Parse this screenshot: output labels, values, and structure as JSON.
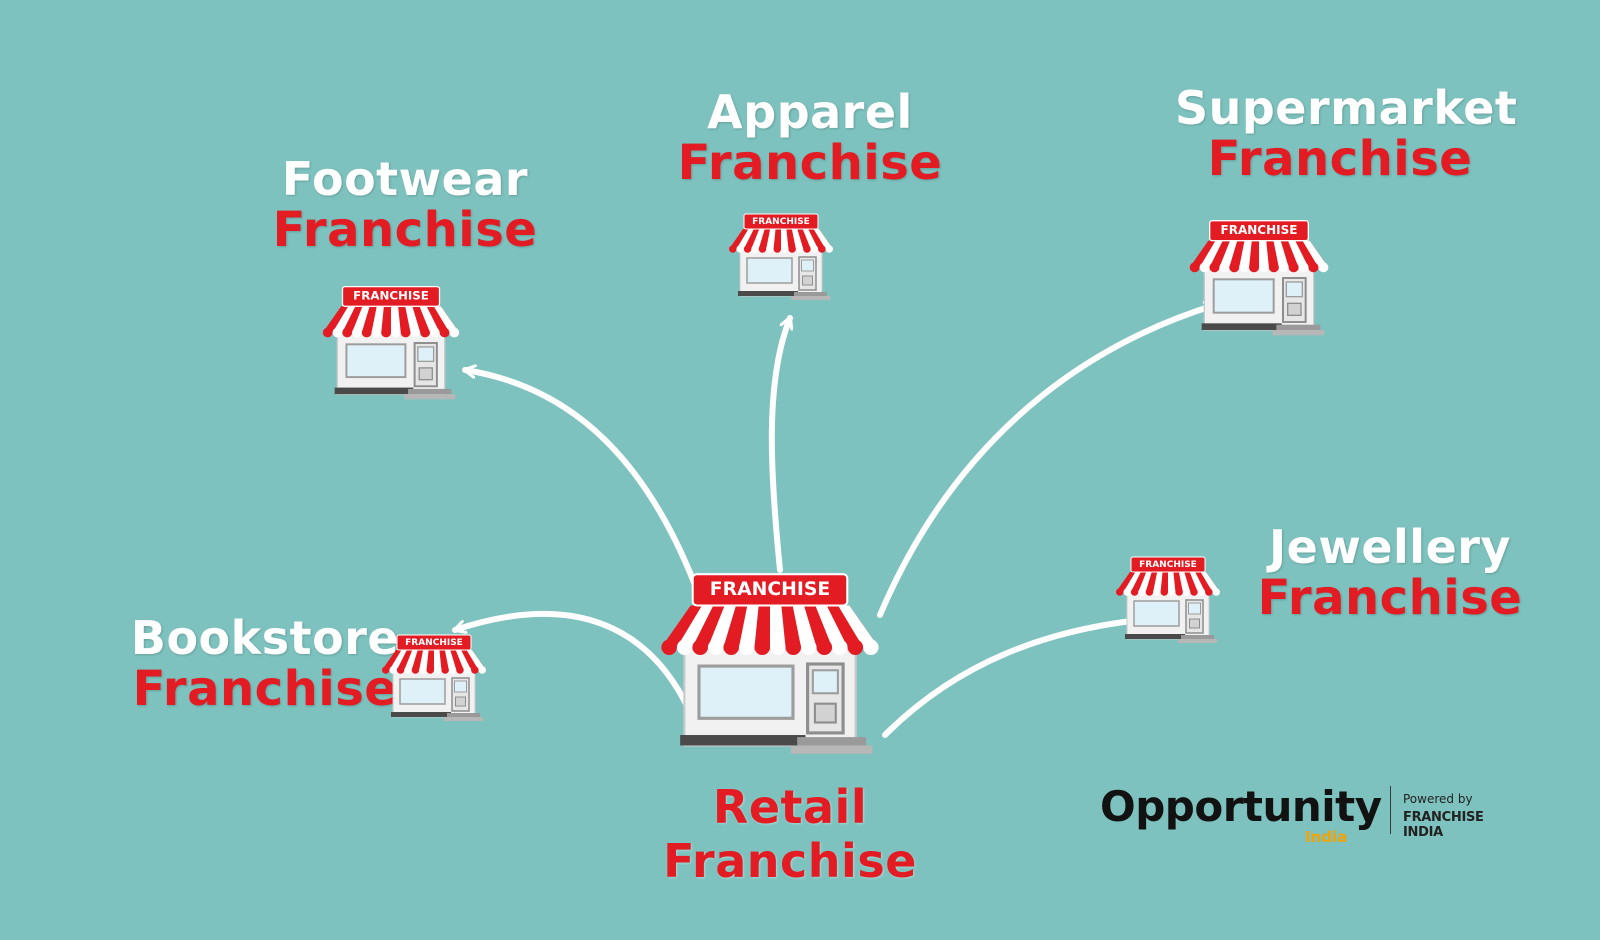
{
  "center": {
    "label": "Retail Franchise",
    "sign": "FRANCHISE"
  },
  "branches": [
    {
      "id": "footwear",
      "category": "Footwear",
      "suffix": "Franchise",
      "sign": "FRANCHISE"
    },
    {
      "id": "apparel",
      "category": "Apparel",
      "suffix": "Franchise",
      "sign": "FRANCHISE"
    },
    {
      "id": "supermarket",
      "category": "Supermarket",
      "suffix": "Franchise",
      "sign": "FRANCHISE"
    },
    {
      "id": "bookstore",
      "category": "Bookstore",
      "suffix": "Franchise",
      "sign": "FRANCHISE"
    },
    {
      "id": "jewellery",
      "category": "Jewellery",
      "suffix": "Franchise",
      "sign": "FRANCHISE"
    }
  ],
  "logo": {
    "name": "Opportunity",
    "sub": "India",
    "powered_by": "Powered by",
    "brand": "FRANCHISE INDIA"
  },
  "colors": {
    "background": "#7dc2be",
    "accent_red": "#e31b23",
    "label_white": "#ffffff",
    "arrow": "#ffffff"
  }
}
